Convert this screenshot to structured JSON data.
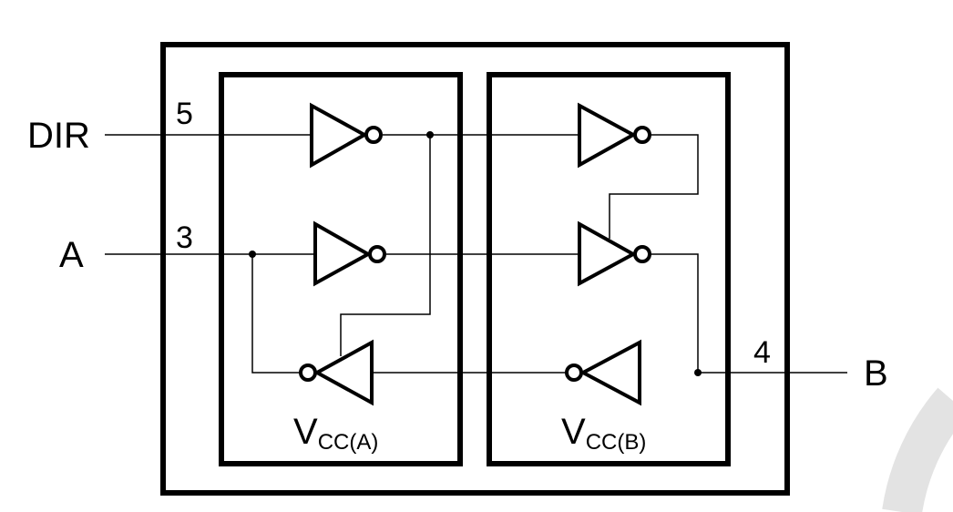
{
  "signals": {
    "dir": "DIR",
    "a": "A",
    "b": "B"
  },
  "pins": {
    "dir": "5",
    "a": "3",
    "b": "4"
  },
  "supplies": {
    "a_main": "V",
    "a_sub": "CC(A)",
    "b_main": "V",
    "b_sub": "CC(B)"
  }
}
